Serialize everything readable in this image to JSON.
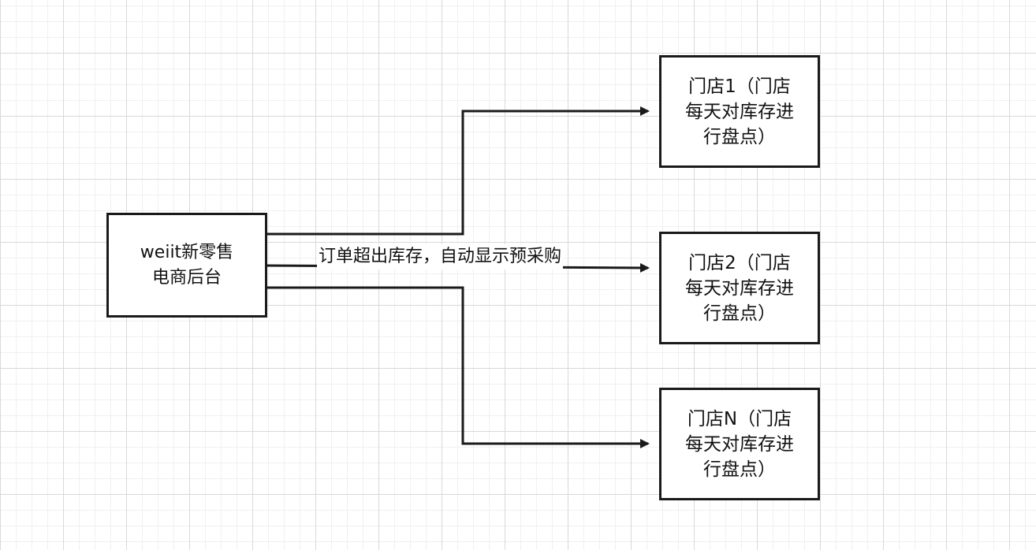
{
  "diagram": {
    "nodes": {
      "backend": {
        "lines": [
          "weiit新零售",
          "电商后台"
        ]
      },
      "store1": {
        "lines": [
          "门店1（门店",
          "每天对库存进",
          "行盘点）"
        ]
      },
      "store2": {
        "lines": [
          "门店2（门店",
          "每天对库存进",
          "行盘点）"
        ]
      },
      "storeN": {
        "lines": [
          "门店N（门店",
          "每天对库存进",
          "行盘点）"
        ]
      }
    },
    "edges": {
      "to_store2_label": "订单超出库存，自动显示预采购"
    },
    "colors": {
      "stroke": "#1a1a1a",
      "background": "#ffffff",
      "grid_major": "#d9d9d9",
      "grid_minor": "#f0f0f0"
    }
  }
}
